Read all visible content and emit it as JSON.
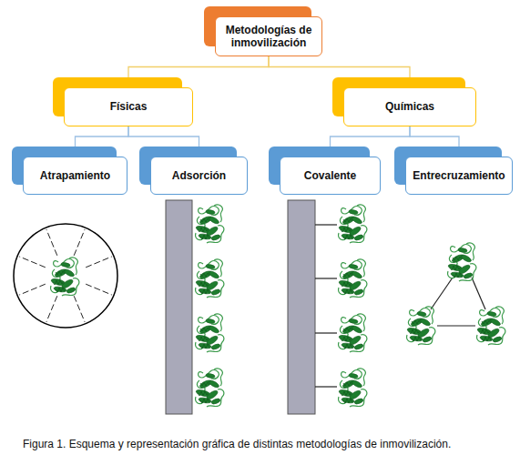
{
  "diagram": {
    "caption": "Figura 1. Esquema y representación gráfica de distintas metodologías de inmovilización.",
    "nodes": [
      {
        "text": [
          "Metodologías de inmovilización"
        ]
      },
      {
        "text": [
          "Físicas"
        ]
      },
      {
        "text": [
          "Químicas"
        ]
      },
      {
        "text": [
          "Atrapamiento"
        ]
      },
      {
        "text": [
          "Adsorción"
        ]
      },
      {
        "text": [
          "Covalente"
        ]
      },
      {
        "text": [
          "Entrecruzamiento"
        ]
      }
    ],
    "edges": [
      {
        "from": 0,
        "to": 1,
        "arrow": "none"
      },
      {
        "from": 0,
        "to": 2,
        "arrow": "none"
      },
      {
        "from": 1,
        "to": 3,
        "arrow": "none"
      },
      {
        "from": 1,
        "to": 4,
        "arrow": "none"
      },
      {
        "from": 2,
        "to": 5,
        "arrow": "none"
      },
      {
        "from": 2,
        "to": 6,
        "arrow": "none"
      }
    ]
  }
}
